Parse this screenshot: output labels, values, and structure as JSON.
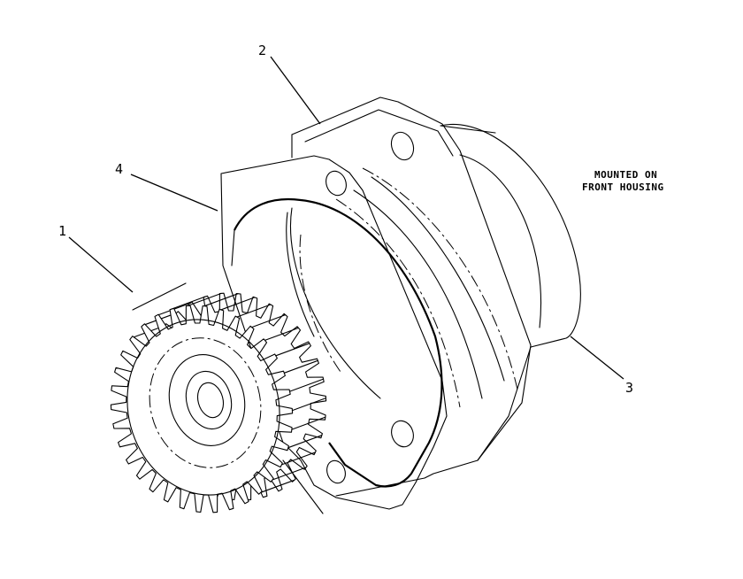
{
  "callouts": [
    {
      "id": "1",
      "label": "1"
    },
    {
      "id": "2",
      "label": "2"
    },
    {
      "id": "3",
      "label": "3"
    },
    {
      "id": "4",
      "label": "4"
    }
  ],
  "note": {
    "line1": "MOUNTED ON",
    "line2": "FRONT HOUSING"
  }
}
